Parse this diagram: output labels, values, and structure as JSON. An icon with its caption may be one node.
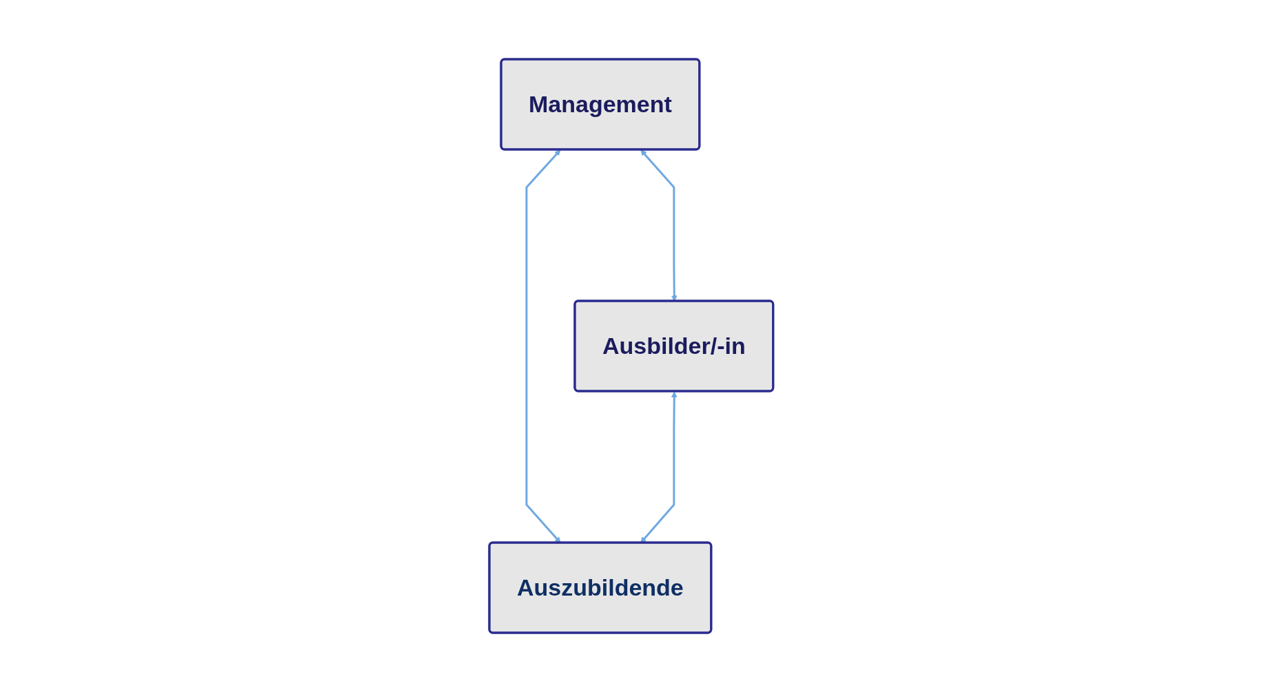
{
  "diagram": {
    "nodes": [
      {
        "text": [
          "Management"
        ]
      },
      {
        "text": [
          "Ausbilder/-in"
        ]
      },
      {
        "text": [
          "Auszubildende"
        ]
      }
    ],
    "edges": [
      {
        "from": 0,
        "to": 1,
        "arrow": "both"
      },
      {
        "from": 0,
        "to": 2,
        "arrow": "both"
      },
      {
        "from": 1,
        "to": 2,
        "arrow": "both"
      }
    ]
  }
}
